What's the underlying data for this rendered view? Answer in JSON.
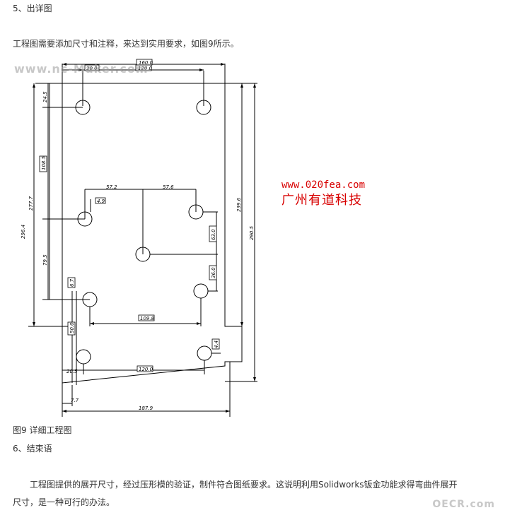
{
  "section5": {
    "heading": "5、出详图"
  },
  "intro": "工程图需要添加尺寸和注释，来达到实用要求，如图9所示。",
  "figure": {
    "caption": "图9 详细工程图",
    "dimensions": {
      "d1": "160.0",
      "d2": "20.0",
      "d3": "120.0",
      "d4": "24.5",
      "d5": "108.5",
      "d6": "277.7",
      "d7": "296.4",
      "d8": "57.2",
      "d9": "57.6",
      "d10": "4.9",
      "d11": "63.0",
      "d12": "36.0",
      "d13": "79.5",
      "d14": "6.7",
      "d15": "109.8",
      "d16": "50.0",
      "d17": "239.6",
      "d18": "290.5",
      "d19": "20.5",
      "d20": "120.0",
      "d21": "4.4",
      "d22": "7.7",
      "d23": "187.9"
    }
  },
  "watermarks": {
    "url": "www.020fea.com",
    "company": "广州有道科技",
    "site": "www.nc-Maker.com",
    "oecr": "OECR.com"
  },
  "section6": {
    "heading": "6、结束语"
  },
  "conclusion_line1": "工程图提供的展开尺寸，经过压形模的验证，制件符合图纸要求。这说明利用Solidworks钣金功能求得弯曲件展开",
  "conclusion_line2": "尺寸，是一种可行的办法。"
}
